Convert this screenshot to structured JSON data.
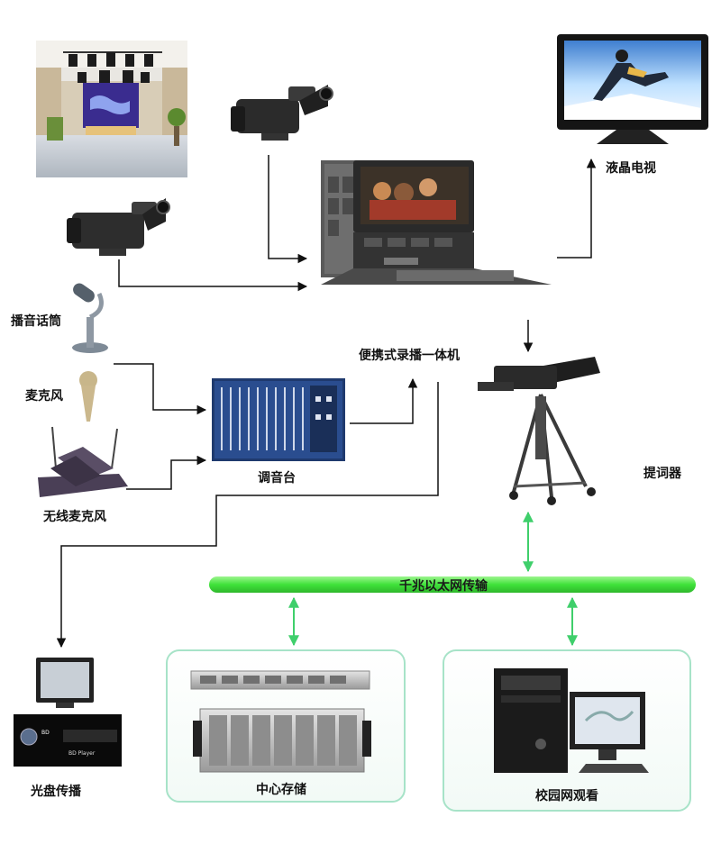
{
  "labels": {
    "lcd_tv": "液晶电视",
    "broadcast_mic": "播音话筒",
    "portable_recorder": "便携式录播一体机",
    "microphone": "麦克风",
    "wireless_mic": "无线麦克风",
    "mixer": "调音台",
    "teleprompter": "提词器",
    "gigabit_ethernet": "千兆以太网传输",
    "disc_broadcast": "光盘传播",
    "central_storage": "中心存储",
    "campus_viewing": "校园网观看"
  },
  "devices": {
    "dvd_panel_text": "BD",
    "dvd_player_text": "BD Player"
  },
  "colors": {
    "ethernet_bar": "#3fe23a",
    "ethernet_arrow": "#3fcf6b",
    "panel_border": "#a7e3c8",
    "line": "#111111"
  }
}
